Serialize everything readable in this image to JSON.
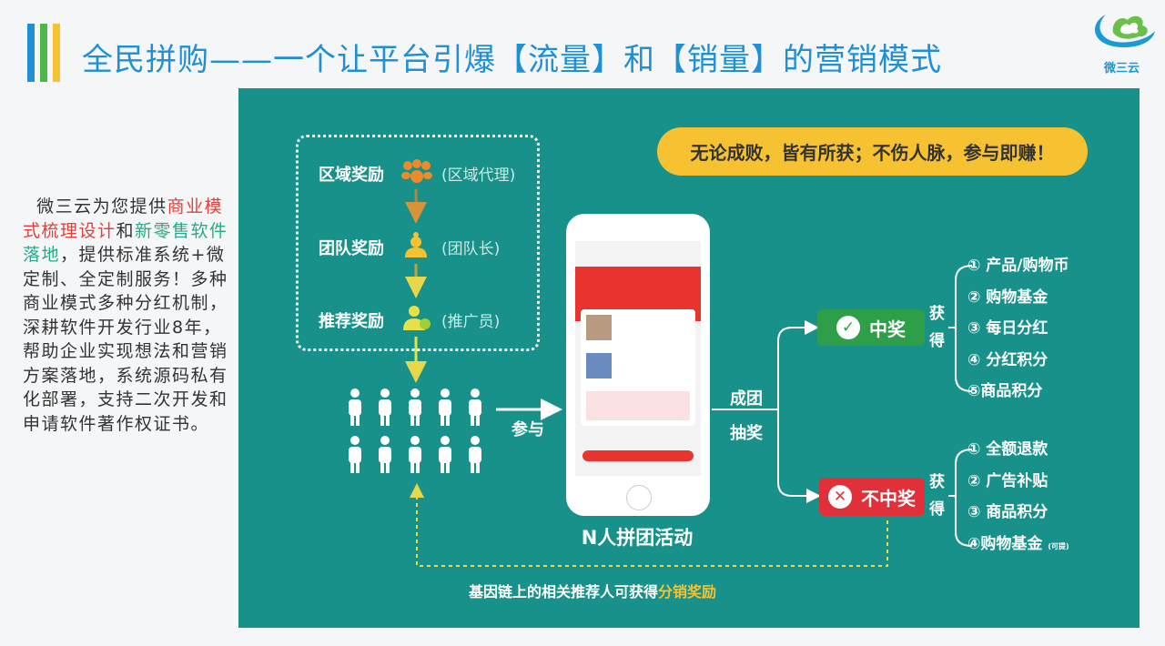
{
  "header": {
    "title": "全民拼购——一个让平台引爆【流量】和【销量】的营销模式",
    "logo_text": "微三云",
    "accent_bars": [
      "#1f8fd6",
      "#4cb848",
      "#f6c232"
    ]
  },
  "intro": {
    "segments": [
      {
        "text": "微三云为您提供",
        "color": "#333333"
      },
      {
        "text": "商业模式梳理设计",
        "color": "#e0413c"
      },
      {
        "text": "和",
        "color": "#333333"
      },
      {
        "text": "新零售软件落地",
        "color": "#2aa88a"
      },
      {
        "text": "，提供标准系统+微定制、全定制服务！多种商业模式多种分红机制，深耕软件开发行业8年，帮助企业实现想法和营销方案落地，系统源码私有化部署，支持二次开发和申请软件著作权证书。",
        "color": "#333333"
      }
    ]
  },
  "diagram": {
    "slogan": "无论成败，皆有所获；不伤人脉，参与即赚！",
    "rewards": [
      {
        "label": "区域奖励",
        "role": "(区域代理)",
        "icon": "group-icon"
      },
      {
        "label": "团队奖励",
        "role": "(团队长)",
        "icon": "leader-icon"
      },
      {
        "label": "推荐奖励",
        "role": "(推广员)",
        "icon": "promoter-icon"
      }
    ],
    "participate": "参与",
    "activity": "N人拼团活动",
    "branch": [
      "成团",
      "抽奖"
    ],
    "win": {
      "label": "中奖",
      "color": "#2e9e48"
    },
    "lose": {
      "label": "不中奖",
      "color": "#e0313a"
    },
    "gain": "获得",
    "win_items": [
      "① 产品/购物币",
      "② 购物基金",
      "③ 每日分红",
      "④ 分红积分",
      "⑤商品积分"
    ],
    "lose_items": [
      "① 全额退款",
      "② 广告补贴",
      "③ 商品积分",
      "④购物基金"
    ],
    "lose_items_note": "(可提)",
    "footer_text": "基因链上的相关推荐人可获得",
    "footer_highlight": "分销奖励"
  }
}
